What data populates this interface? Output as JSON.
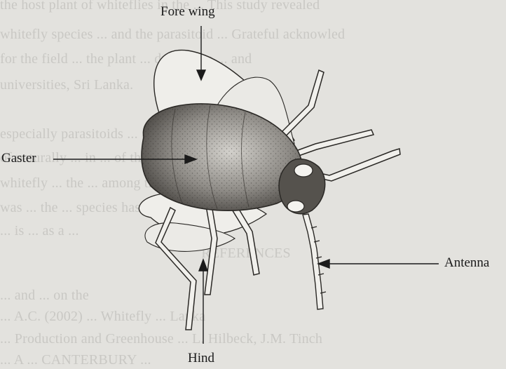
{
  "labels": {
    "fore_wing": "Fore wing",
    "gaster": "Gaster",
    "antenna": "Antenna",
    "hind": "Hind"
  },
  "background_text": [
    "the host plant of whiteflies in the ... This study revealed",
    "whitefly species ... and the parasitoid ... Grateful acknowled",
    "for the field ... the plant ... during the ... and",
    "universities, Sri Lanka.",
    "especially parasitoids ... and the ... potential para",
    "of naturally ... in ... of the",
    "whitefly ... the ... among those lists",
    "was ... the ... species has a",
    "... is ... as a ...",
    "REFERENCES",
    "... and ... on the",
    "... A.C. (2002) ... Whitefly ... Lanka",
    "... Production and Greenhouse ... L. Hilbeck, J.M. Tinch",
    "... A ... CANTERBURY ..."
  ],
  "colors": {
    "ink": "#1b1b1b",
    "background": "#e3e2de",
    "bleed_text": "#c9c8c4"
  }
}
